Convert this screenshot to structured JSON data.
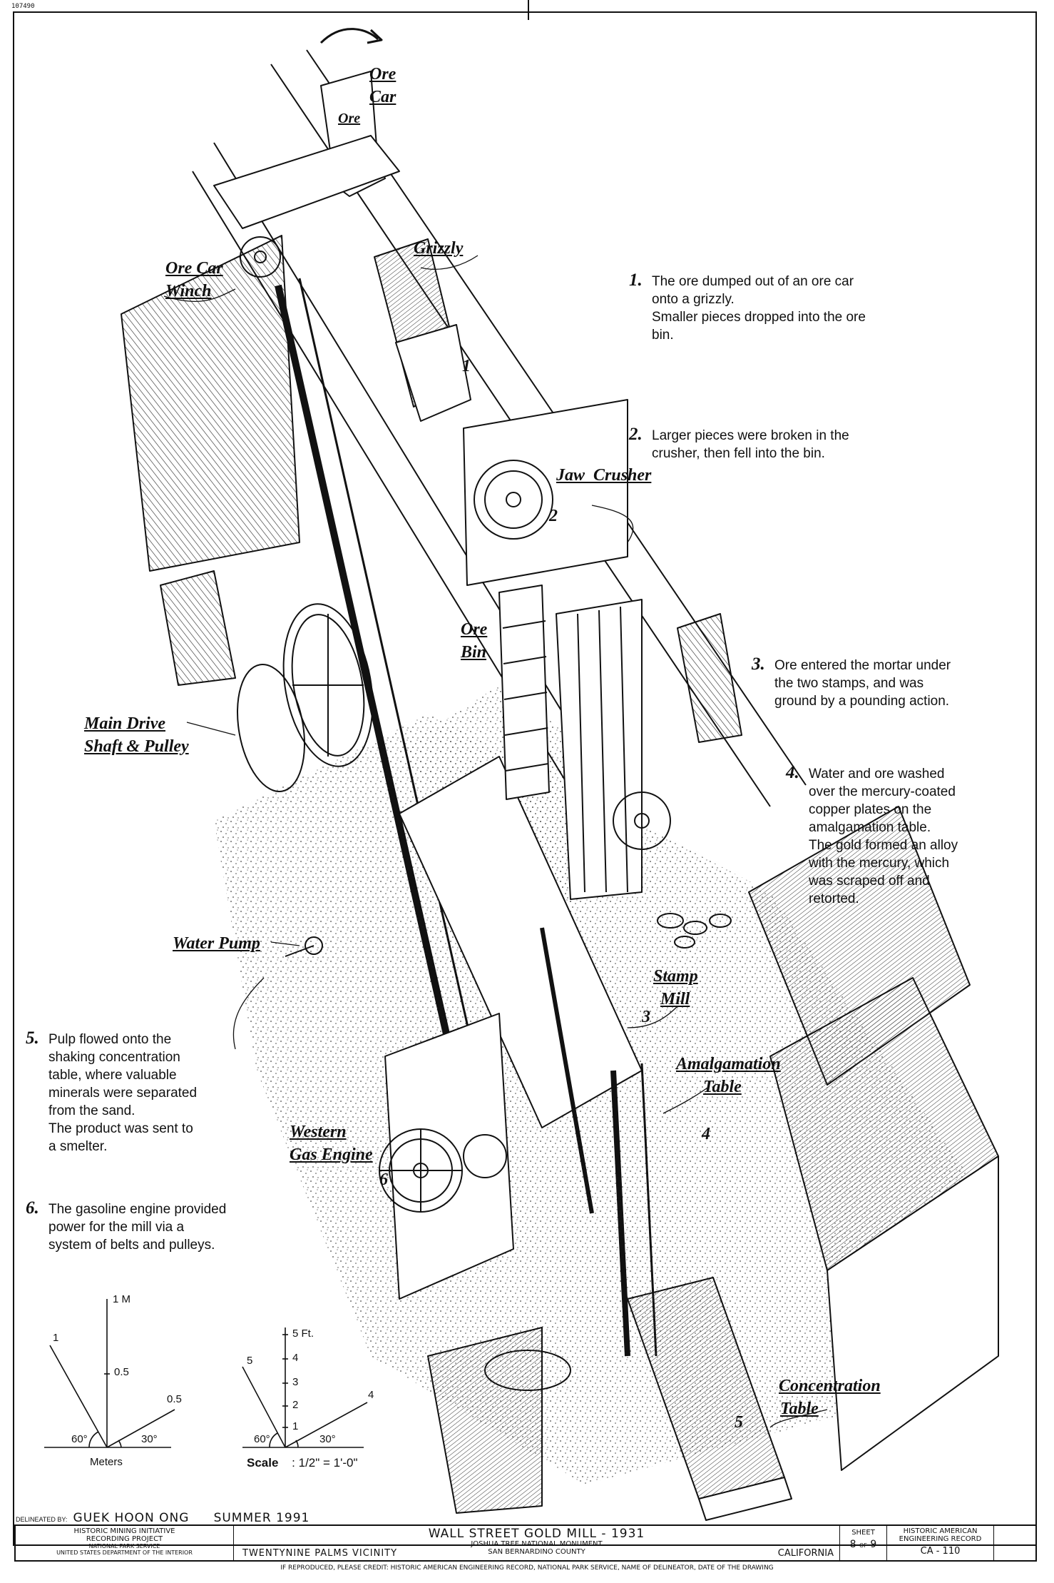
{
  "labels": {
    "ore_car": [
      "Ore",
      "Car"
    ],
    "ore": "Ore",
    "grizzly": "Grizzly",
    "ore_car_winch": [
      "Ore Car",
      "Winch"
    ],
    "jaw_crusher": "Jaw  Crusher",
    "ore_bin": [
      "Ore",
      "Bin"
    ],
    "main_drive": [
      "Main Drive",
      "Shaft & Pulley"
    ],
    "water_pump": "Water Pump",
    "stamp_mill": [
      "Stamp",
      "Mill"
    ],
    "amalgamation_table": [
      "Amalgamation",
      "Table"
    ],
    "western_gas_engine": [
      "Western",
      "Gas Engine"
    ],
    "concentration_table": [
      "Concentration",
      "Table"
    ]
  },
  "callouts": [
    "1",
    "2",
    "3",
    "4",
    "5",
    "6"
  ],
  "notes": [
    {
      "num": "1.",
      "lines": [
        "The ore dumped out of an ore car",
        "onto a grizzly.",
        "Smaller pieces dropped into the ore",
        "bin."
      ]
    },
    {
      "num": "2.",
      "lines": [
        "Larger pieces were broken in the",
        "crusher, then fell into the bin."
      ]
    },
    {
      "num": "3.",
      "lines": [
        "Ore entered the mortar under",
        "the two stamps, and was",
        "ground by a pounding action."
      ]
    },
    {
      "num": "4.",
      "lines": [
        "Water and ore washed",
        "over the mercury-coated",
        "copper plates on the",
        "amalgamation table.",
        "The gold formed an alloy",
        "with the mercury, which",
        "was scraped off and",
        "retorted."
      ]
    },
    {
      "num": "5.",
      "lines": [
        "Pulp flowed onto the",
        "shaking concentration",
        "table, where valuable",
        "minerals were separated",
        "from the sand.",
        "The product was sent to",
        "a smelter."
      ]
    },
    {
      "num": "6.",
      "lines": [
        "The gasoline engine provided",
        "power for the mill via a",
        "system of belts and pulleys."
      ]
    }
  ],
  "scale_meters": {
    "top": "1 M",
    "mid": "0.5",
    "left": "1",
    "right": "0.5",
    "angle_left": "60°",
    "angle_right": "30°",
    "caption": "Meters"
  },
  "scale_feet": {
    "vertical": [
      "5 Ft.",
      "4",
      "3",
      "2",
      "1"
    ],
    "left": "5",
    "right": "4",
    "angle_left": "60°",
    "angle_right": "30°",
    "caption_label": "Scale",
    "caption_value": ":  1/2\" = 1'-0\""
  },
  "delineator": {
    "prefix": "DELINEATED BY:",
    "name": "GUEK HOON ONG",
    "date": "SUMMER 1991"
  },
  "title_block": {
    "left_lines": [
      "HISTORIC MINING INITIATIVE",
      "RECORDING PROJECT",
      "NATIONAL PARK SERVICE",
      "UNITED STATES DEPARTMENT OF THE INTERIOR"
    ],
    "title": "WALL STREET GOLD MILL - 1931",
    "sub1": "JOSHUA TREE NATIONAL MONUMENT",
    "sub2": "SAN BERNARDINO COUNTY",
    "vicinity": "TWENTYNINE PALMS  VICINITY",
    "state": "CALIFORNIA",
    "sheet_label": "SHEET",
    "sheet_num": "8",
    "sheet_of": "OF",
    "sheet_total": "9",
    "haer_lines": [
      "HISTORIC AMERICAN",
      "ENGINEERING RECORD"
    ],
    "haer_num": "CA - 110"
  },
  "credit": "IF REPRODUCED, PLEASE CREDIT: HISTORIC AMERICAN ENGINEERING RECORD, NATIONAL PARK SERVICE, NAME OF DELINEATOR, DATE OF THE DRAWING",
  "corner_tag": "107490",
  "colors": {
    "ink": "#111111",
    "paper": "#ffffff"
  }
}
